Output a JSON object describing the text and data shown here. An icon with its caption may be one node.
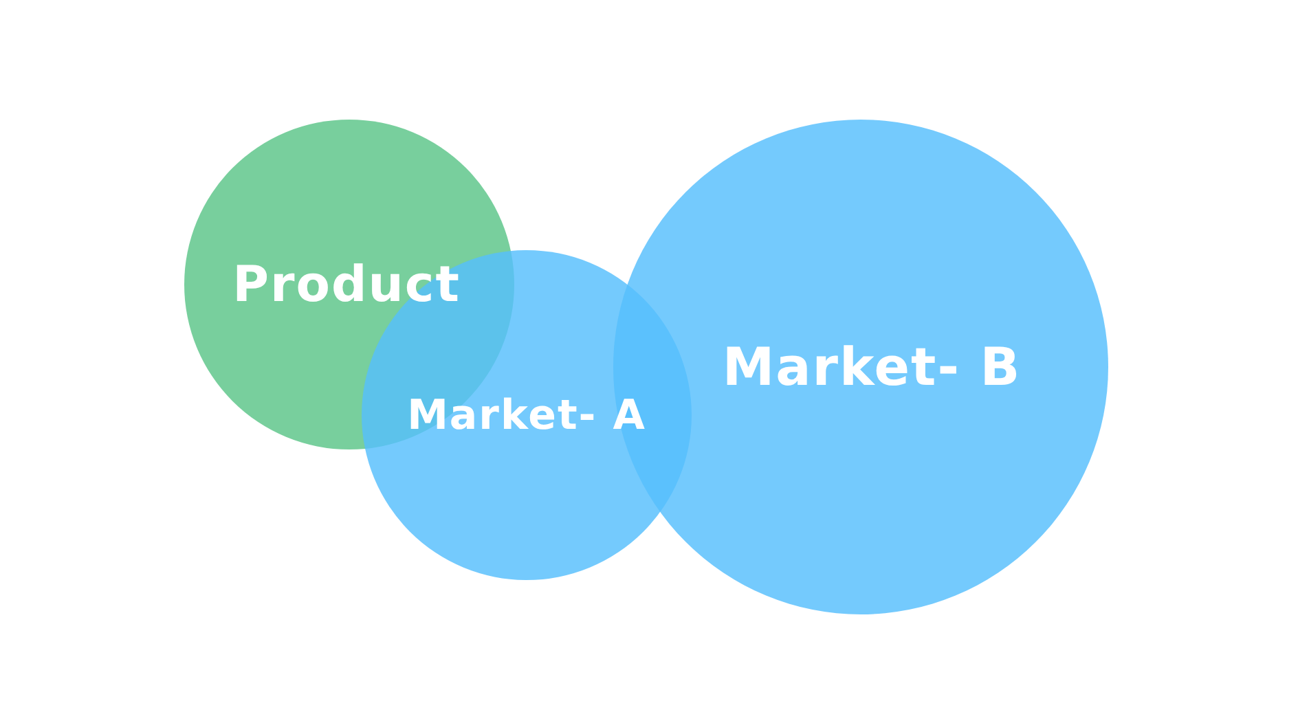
{
  "diagram": {
    "nodes": [
      {
        "text": [
          "Product"
        ]
      },
      {
        "text": [
          "Market- A"
        ]
      },
      {
        "text": [
          "Market- B"
        ]
      }
    ]
  }
}
